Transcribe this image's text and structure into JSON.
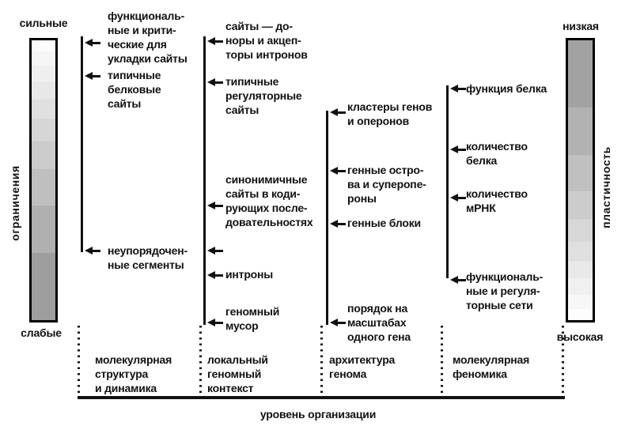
{
  "diagram": {
    "left_scale": {
      "axis_label": "ограничения",
      "top_label": "сильные",
      "bottom_label": "слабые",
      "gradient_top_color": "#fcfcfc",
      "gradient_bottom_color": "#9e9e9e"
    },
    "right_scale": {
      "axis_label": "пластичность",
      "top_label": "низкая",
      "bottom_label": "высокая",
      "gradient_top_color": "#a2a2a2",
      "gradient_bottom_color": "#fdfdfd"
    },
    "x_axis": {
      "title": "уровень организации",
      "categories": [
        {
          "label": "молекулярная\nструктура\nи динамика"
        },
        {
          "label": "локальный\nгеномный\nконтекст"
        },
        {
          "label": "архитектура\nгенома"
        },
        {
          "label": "молекулярная\nфеномика"
        }
      ]
    },
    "levels": [
      {
        "items": [
          {
            "label": "функциональ-\nные и крити-\nческие для\nукладки сайты"
          },
          {
            "label": "типичные\nбелковые\nсайты"
          },
          {
            "label": "неупорядочен-\nные сегменты"
          }
        ]
      },
      {
        "items": [
          {
            "label": "сайты — до-\nноры и акцеп-\nторы интронов"
          },
          {
            "label": "типичные\nрегуляторные\nсайты"
          },
          {
            "label": "синонимичные\nсайты в коди-\nрующих после-\nдовательностях"
          },
          {
            "label": ""
          },
          {
            "label": "интроны"
          },
          {
            "label": "геномный\nмусор"
          }
        ]
      },
      {
        "items": [
          {
            "label": "кластеры генов\nи оперонов"
          },
          {
            "label": "генные остро-\nва и суперопе-\nроны"
          },
          {
            "label": "генные блоки"
          },
          {
            "label": "порядок на\nмасштабах\nодного гена"
          }
        ]
      },
      {
        "items": [
          {
            "label": "функция белка"
          },
          {
            "label": "количество\nбелка"
          },
          {
            "label": "количество\nмРНК"
          },
          {
            "label": "функциональ-\nные и регуля-\nторные сети"
          }
        ]
      }
    ],
    "ink_color": "#111111"
  }
}
